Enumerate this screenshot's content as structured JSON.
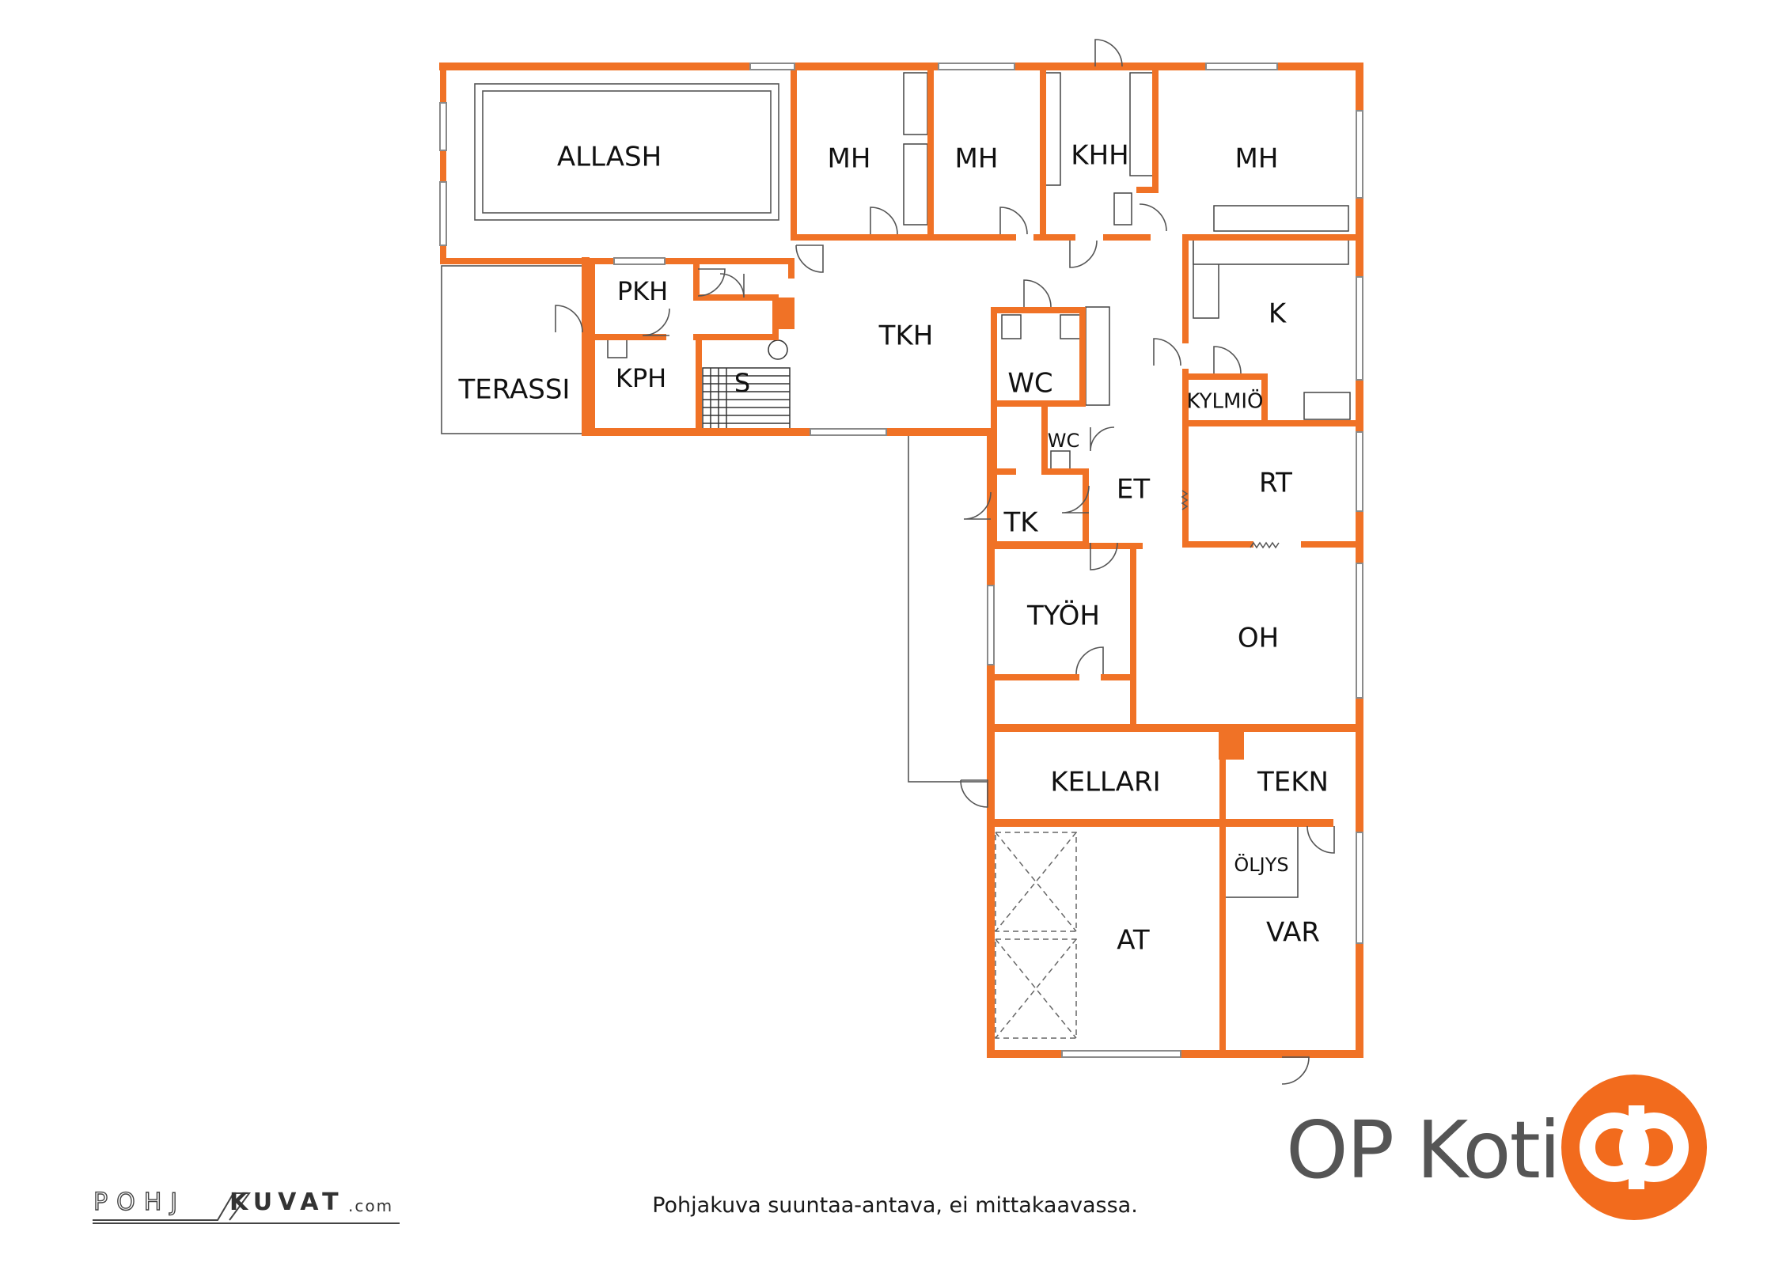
{
  "floorplan": {
    "wall_color": "#f07226",
    "rooms": {
      "allash": "ALLASH",
      "mh1": "MH",
      "mh2": "MH",
      "khh": "KHH",
      "mh3": "MH",
      "pkh": "PKH",
      "terassi": "TERASSI",
      "kph": "KPH",
      "s": "S",
      "tkh": "TKH",
      "wc1": "WC",
      "k": "K",
      "kylmio": "KYLMIÖ",
      "wc2": "WC",
      "et": "ET",
      "rt": "RT",
      "tk": "TK",
      "tyoh": "TYÖH",
      "oh": "OH",
      "kellari": "KELLARI",
      "tekn": "TEKN",
      "oljys": "ÖLJYS",
      "at": "AT",
      "var": "VAR"
    }
  },
  "disclaimer": "Pohjakuva suuntaa-antava, ei mittakaavassa.",
  "brand": {
    "name": "OP Koti",
    "color": "#f26b1d",
    "text_color": "#555555"
  },
  "watermark": {
    "left": "POHJ",
    "right": "KUVAT",
    "domain": ".com"
  }
}
